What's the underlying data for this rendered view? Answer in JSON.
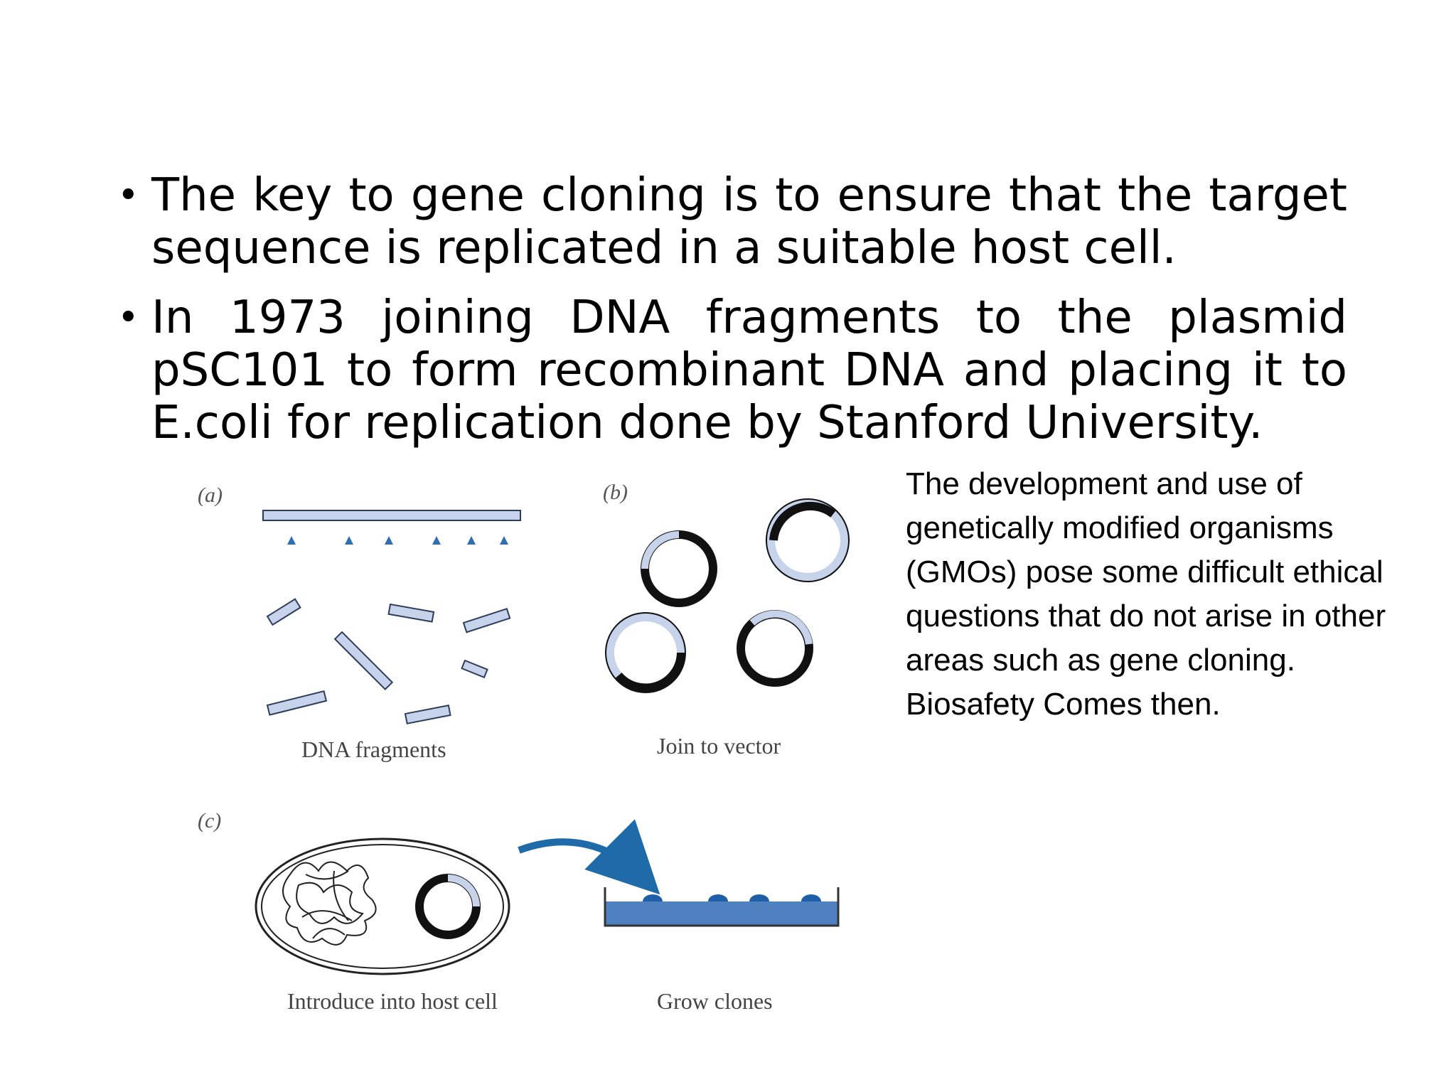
{
  "bullets": [
    {
      "text": "The key to gene cloning is to ensure that the target sequence is replicated in a suitable host cell."
    },
    {
      "text": "In 1973 joining DNA fragments to the plasmid pSC101 to form recombinant DNA and placing it to E.coli for replication done by Stanford University."
    }
  ],
  "side_note": "The development and use of genetically modified organisms (GMOs) pose some difficult ethical questions that do not arise in other areas such as gene cloning. Biosafety Comes then.",
  "figure": {
    "panel_labels": {
      "a": "(a)",
      "b": "(b)",
      "c": "(c)"
    },
    "captions": {
      "dna_fragments": "DNA fragments",
      "join_to_vector": "Join to vector",
      "introduce_into_host": "Introduce into host cell",
      "grow_clones": "Grow clones"
    },
    "colors": {
      "fragment_fill": "#c7d3ea",
      "fragment_stroke": "#2d3d5c",
      "arrow_blue": "#1f6aa8",
      "plate_fill": "#4f80c0",
      "ring_dark": "#111111",
      "ring_light": "#c7d3ea"
    }
  }
}
